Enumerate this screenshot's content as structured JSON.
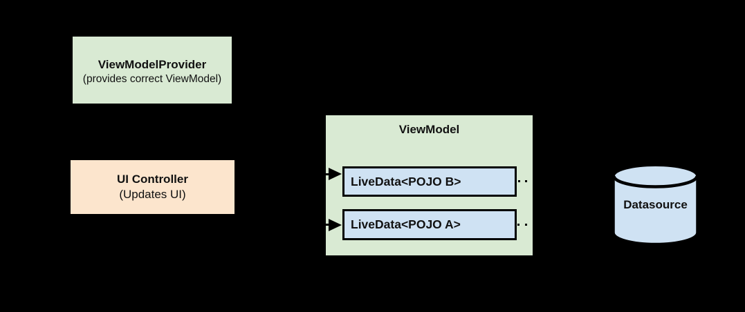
{
  "colors": {
    "background": "#000000",
    "green_fill": "#D9EAD3",
    "peach_fill": "#FCE5CD",
    "blue_fill": "#CFE2F3",
    "stroke": "#000000",
    "text": "#111111"
  },
  "nodes": {
    "view_model_provider": {
      "title": "ViewModelProvider",
      "subtitle": "(provides correct ViewModel)"
    },
    "ui_controller": {
      "title": "UI Controller",
      "subtitle": "(Updates UI)"
    },
    "view_model": {
      "title": "ViewModel",
      "livedata_items": [
        {
          "label": "LiveData<POJO B>"
        },
        {
          "label": "LiveData<POJO A>"
        }
      ]
    },
    "datasource": {
      "label": "Datasource"
    }
  }
}
